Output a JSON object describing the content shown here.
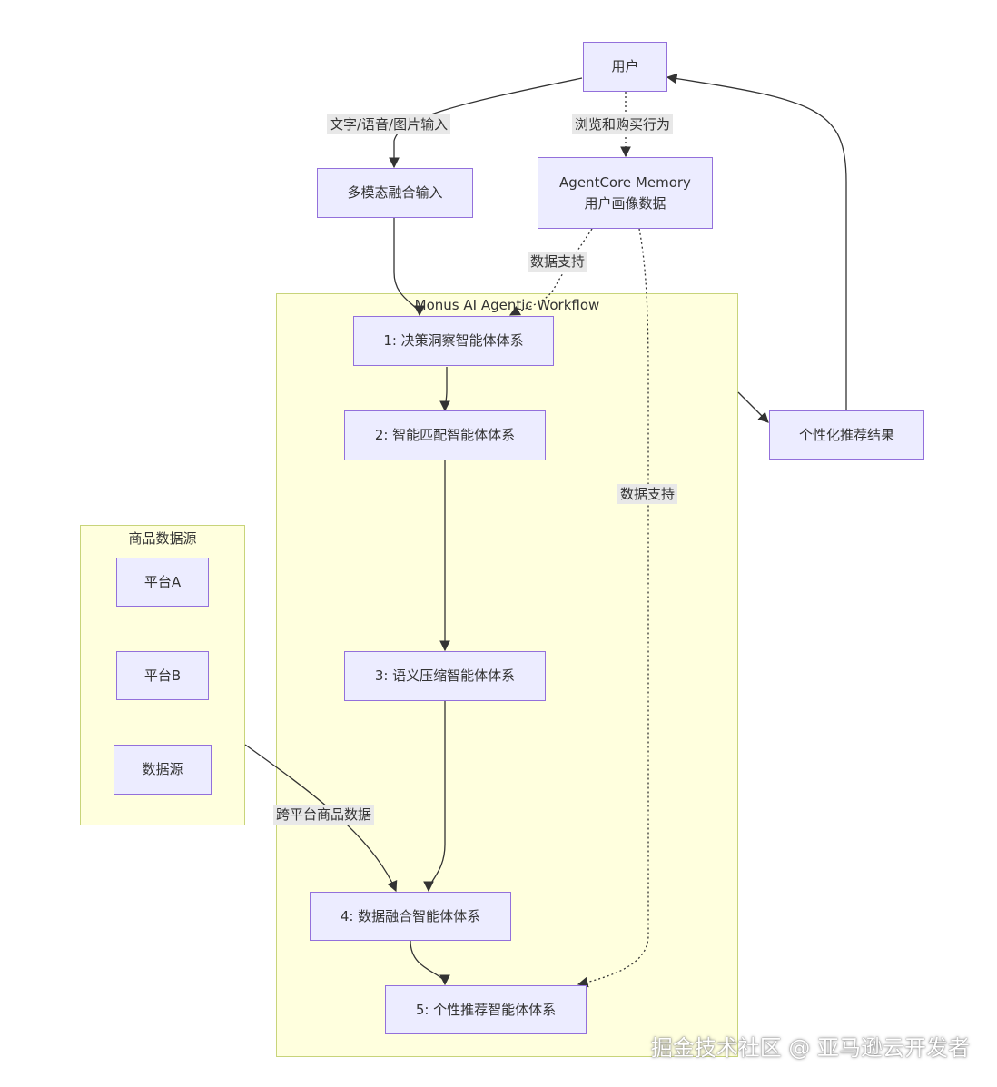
{
  "clusters": {
    "workflow": {
      "title": "Monus AI Agentic Workflow"
    },
    "sources": {
      "title": "商品数据源"
    }
  },
  "nodes": {
    "user": {
      "lines": [
        "用户"
      ]
    },
    "multimodal": {
      "lines": [
        "多模态融合输入"
      ]
    },
    "memory": {
      "lines": [
        "AgentCore Memory",
        "用户画像数据"
      ]
    },
    "agent1": {
      "lines": [
        "1: 决策洞察智能体体系"
      ]
    },
    "agent2": {
      "lines": [
        "2: 智能匹配智能体体系"
      ]
    },
    "agent3": {
      "lines": [
        "3: 语义压缩智能体体系"
      ]
    },
    "agent4": {
      "lines": [
        "4: 数据融合智能体体系"
      ]
    },
    "agent5": {
      "lines": [
        "5: 个性推荐智能体体系"
      ]
    },
    "result": {
      "lines": [
        "个性化推荐结果"
      ]
    },
    "platformA": {
      "lines": [
        "平台A"
      ]
    },
    "platformB": {
      "lines": [
        "平台B"
      ]
    },
    "datasource": {
      "lines": [
        "数据源"
      ]
    }
  },
  "edge_labels": {
    "input": "文字/语音/图片输入",
    "behavior": "浏览和购买行为",
    "support1": "数据支持",
    "support2": "数据支持",
    "crossPlatform": "跨平台商品数据"
  },
  "watermark": "掘金技术社区 @ 亚马逊云开发者",
  "colors": {
    "node_fill": "#ececff",
    "node_border": "#9370db",
    "cluster_fill": "#ffffde",
    "cluster_border": "#c8d47a",
    "edge": "#333333"
  }
}
